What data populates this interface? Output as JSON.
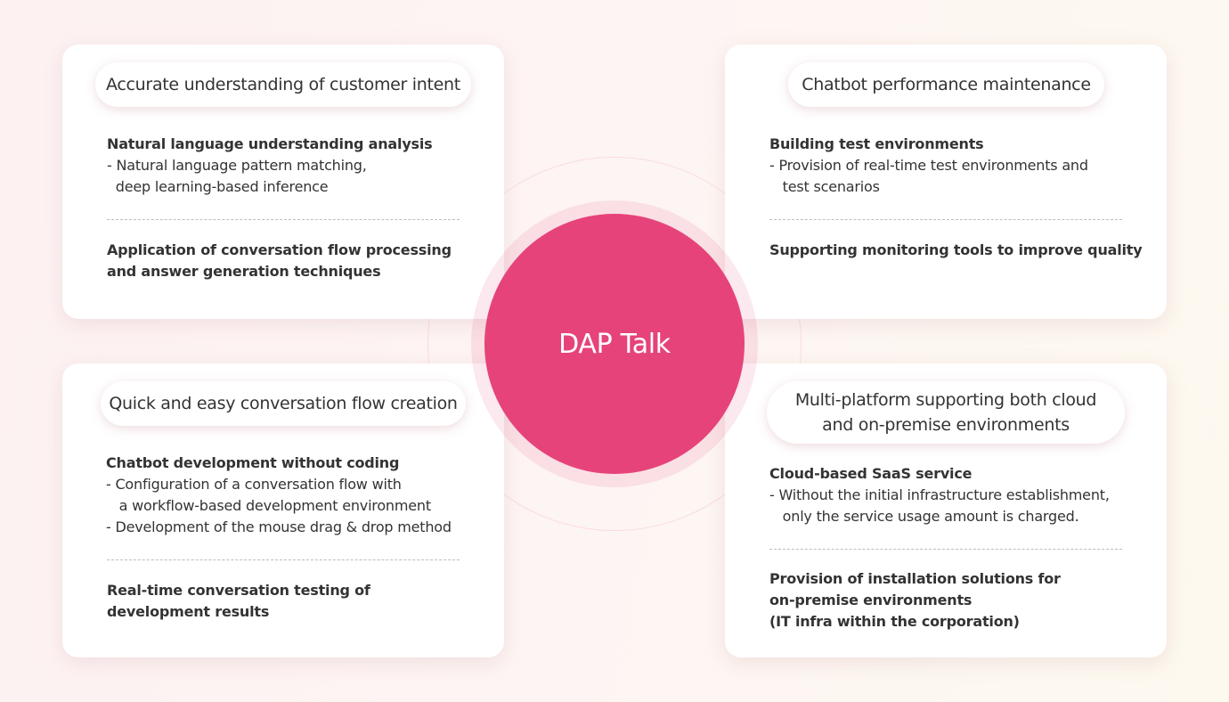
{
  "center": {
    "label": "DAP Talk",
    "color": "#e6437a"
  },
  "cards": [
    {
      "title": "Accurate understanding of customer intent",
      "section1": {
        "title": "Natural language understanding analysis",
        "lines": [
          "- Natural language pattern matching,",
          "  deep learning-based inference"
        ]
      },
      "section2": {
        "title": "Application of conversation flow processing\nand answer generation techniques",
        "lines": []
      }
    },
    {
      "title": "Chatbot performance maintenance",
      "section1": {
        "title": "Building test environments",
        "lines": [
          "- Provision of real-time test environments and",
          "   test scenarios"
        ]
      },
      "section2": {
        "title": "Supporting monitoring tools to improve quality",
        "lines": []
      }
    },
    {
      "title": "Quick and easy conversation flow creation",
      "section1": {
        "title": "Chatbot development without coding",
        "lines": [
          "- Configuration of a conversation flow with",
          "   a workflow-based development environment",
          "- Development of the mouse drag & drop method"
        ]
      },
      "section2": {
        "title": "Real-time conversation testing of\ndevelopment results",
        "lines": []
      }
    },
    {
      "title": "Multi-platform supporting both cloud\nand on-premise environments",
      "section1": {
        "title": "Cloud-based SaaS service",
        "lines": [
          "- Without the initial infrastructure establishment,",
          "   only the service usage amount is charged."
        ]
      },
      "section2": {
        "title": "Provision of installation solutions for\non-premise environments\n(IT infra within the corporation)",
        "lines": []
      }
    }
  ]
}
